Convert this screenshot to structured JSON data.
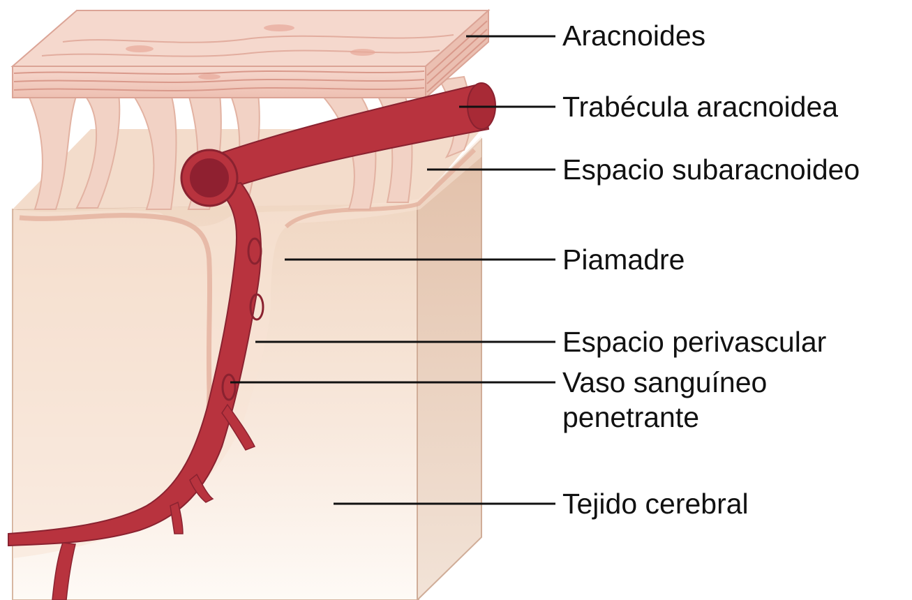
{
  "diagram": {
    "labels": {
      "aracnoides": "Aracnoides",
      "trabecula": "Trabécula aracnoidea",
      "espacio_subaracnoideo": "Espacio subaracnoideo",
      "piamadre": "Piamadre",
      "espacio_perivascular": "Espacio perivascular",
      "vaso_line1": "Vaso sanguíneo",
      "vaso_line2": "penetrante",
      "tejido": "Tejido cerebral"
    },
    "colors": {
      "background": "#ffffff",
      "arachnoid": "#f1c9bd",
      "arachnoid_stripe": "#d99a8e",
      "trabecula": "#f0cfc3",
      "vessel": "#b9353f",
      "vessel_dark": "#8a2230",
      "tissue_top": "#f0d8c4",
      "tissue_bottom": "#fdf7f2",
      "tissue_side": "#e3c2ac",
      "pia": "#e6b7a6",
      "leader": "#111111"
    }
  }
}
